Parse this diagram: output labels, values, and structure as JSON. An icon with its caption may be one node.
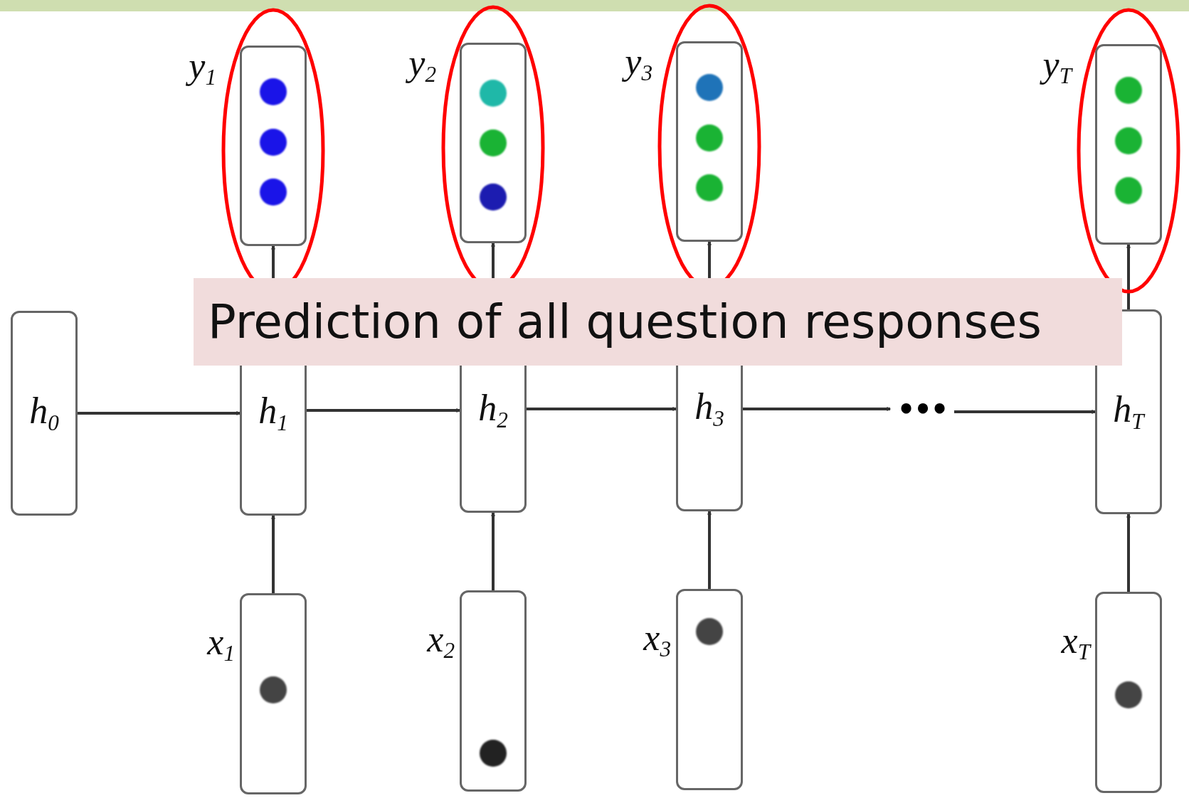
{
  "diagram": {
    "nodes": [
      {
        "text": [
          "h$_{0}$"
        ]
      },
      {
        "text": [
          "y$_{1}$"
        ]
      },
      {
        "text": [
          "h$_{1}$"
        ]
      },
      {
        "text": [
          "x$_{1}$"
        ]
      },
      {
        "text": [
          "y$_{2}$"
        ]
      },
      {
        "text": [
          "h$_{2}$"
        ]
      },
      {
        "text": [
          "x$_{2}$"
        ]
      },
      {
        "text": [
          "y$_{3}$"
        ]
      },
      {
        "text": [
          "h$_{3}$"
        ]
      },
      {
        "text": [
          "x$_{3}$"
        ]
      },
      {
        "text": [
          "•••"
        ]
      },
      {
        "text": [
          "y$_{T}$"
        ]
      },
      {
        "text": [
          "h$_{T}$"
        ]
      },
      {
        "text": [
          "x$_{T}$"
        ]
      }
    ],
    "labels": [
      "Prediction of all question responses"
    ],
    "edges": [
      {
        "from": 0,
        "to": 2,
        "arrow": "to"
      },
      {
        "from": 3,
        "to": 2,
        "arrow": "to"
      },
      {
        "from": 2,
        "to": 1,
        "arrow": "to"
      },
      {
        "from": 2,
        "to": 5,
        "arrow": "to"
      },
      {
        "from": 6,
        "to": 5,
        "arrow": "to"
      },
      {
        "from": 5,
        "to": 4,
        "arrow": "to"
      },
      {
        "from": 5,
        "to": 8,
        "arrow": "to"
      },
      {
        "from": 9,
        "to": 8,
        "arrow": "to"
      },
      {
        "from": 8,
        "to": 7,
        "arrow": "to"
      },
      {
        "from": 8,
        "to": 10,
        "arrow": "to"
      },
      {
        "from": 10,
        "to": 12,
        "arrow": "to"
      },
      {
        "from": 13,
        "to": 12,
        "arrow": "to"
      },
      {
        "from": 12,
        "to": 11,
        "arrow": "to"
      }
    ]
  }
}
